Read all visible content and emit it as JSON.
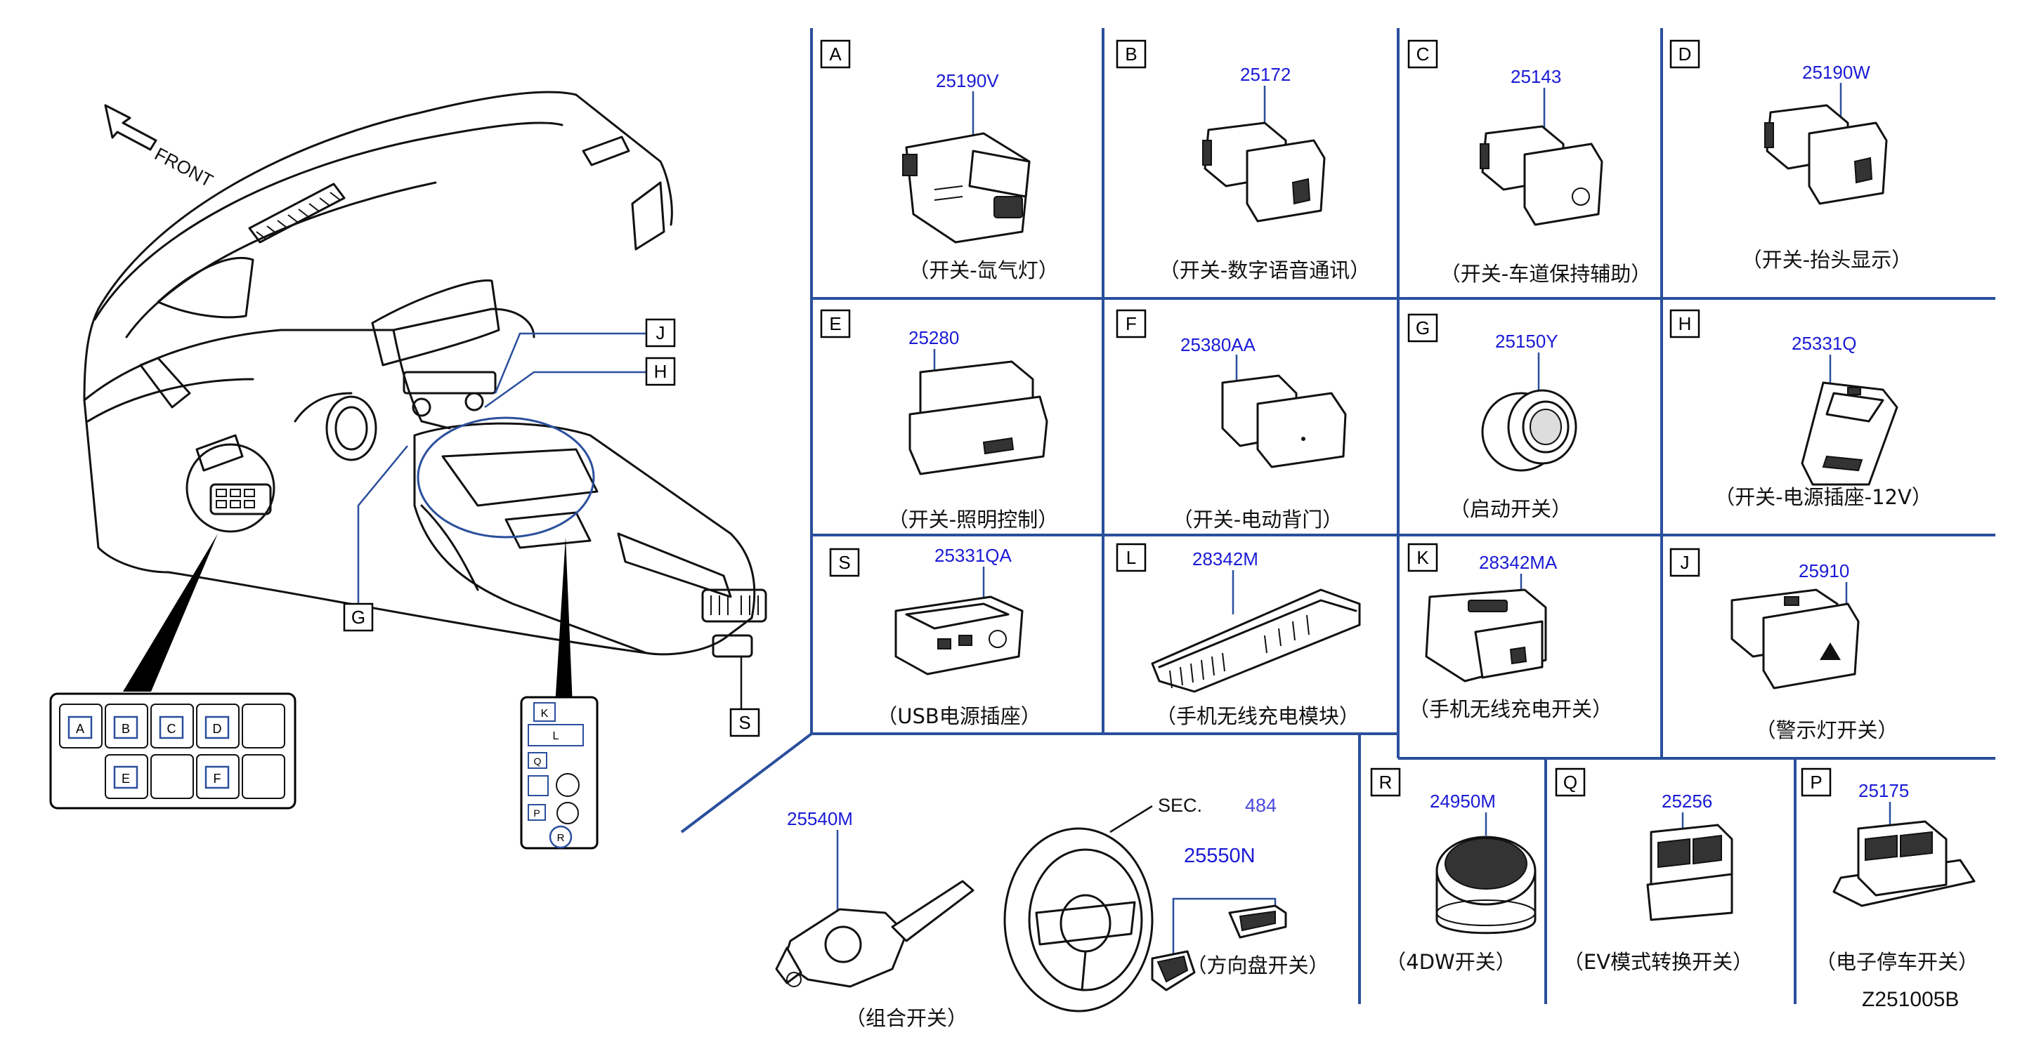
{
  "front_label": "FRONT",
  "drawing_code": "Z251005B",
  "sec_ref": {
    "label": "SEC.",
    "number": "484"
  },
  "dash_callouts": [
    "J",
    "H",
    "G",
    "S"
  ],
  "switch_panel": {
    "row1": [
      "A",
      "B",
      "C",
      "D",
      ""
    ],
    "row2": [
      "",
      "E",
      "",
      "F",
      ""
    ]
  },
  "console_panel": [
    "K",
    "L",
    "Q",
    "P",
    "R"
  ],
  "panels": [
    {
      "letter": "A",
      "part": "25190V",
      "caption": "（开关-氙气灯）"
    },
    {
      "letter": "B",
      "part": "25172",
      "caption": "（开关-数字语音通讯）"
    },
    {
      "letter": "C",
      "part": "25143",
      "caption": "（开关-车道保持辅助）"
    },
    {
      "letter": "D",
      "part": "25190W",
      "caption": "（开关-抬头显示）"
    },
    {
      "letter": "E",
      "part": "25280",
      "caption": "（开关-照明控制）"
    },
    {
      "letter": "F",
      "part": "25380AA",
      "caption": "（开关-电动背门）"
    },
    {
      "letter": "G",
      "part": "25150Y",
      "caption": "（启动开关）"
    },
    {
      "letter": "H",
      "part": "25331Q",
      "caption": "（开关-电源插座-12V）"
    },
    {
      "letter": "S",
      "part": "25331QA",
      "caption": "（USB电源插座）"
    },
    {
      "letter": "L",
      "part": "28342M",
      "caption": "（手机无线充电模块）"
    },
    {
      "letter": "K",
      "part": "28342MA",
      "caption": "（手机无线充电开关）"
    },
    {
      "letter": "J",
      "part": "25910",
      "caption": "（警示灯开关）"
    },
    {
      "letter": "R",
      "part": "24950M",
      "caption": "（4DW开关）"
    },
    {
      "letter": "Q",
      "part": "25256",
      "caption": "（EV模式转换开关）"
    },
    {
      "letter": "P",
      "part": "25175",
      "caption": "（电子停车开关）"
    }
  ],
  "combo_switch": {
    "part": "25540M",
    "caption": "（组合开关）"
  },
  "steering_switch": {
    "part": "25550N",
    "caption": "（方向盘开关）"
  }
}
